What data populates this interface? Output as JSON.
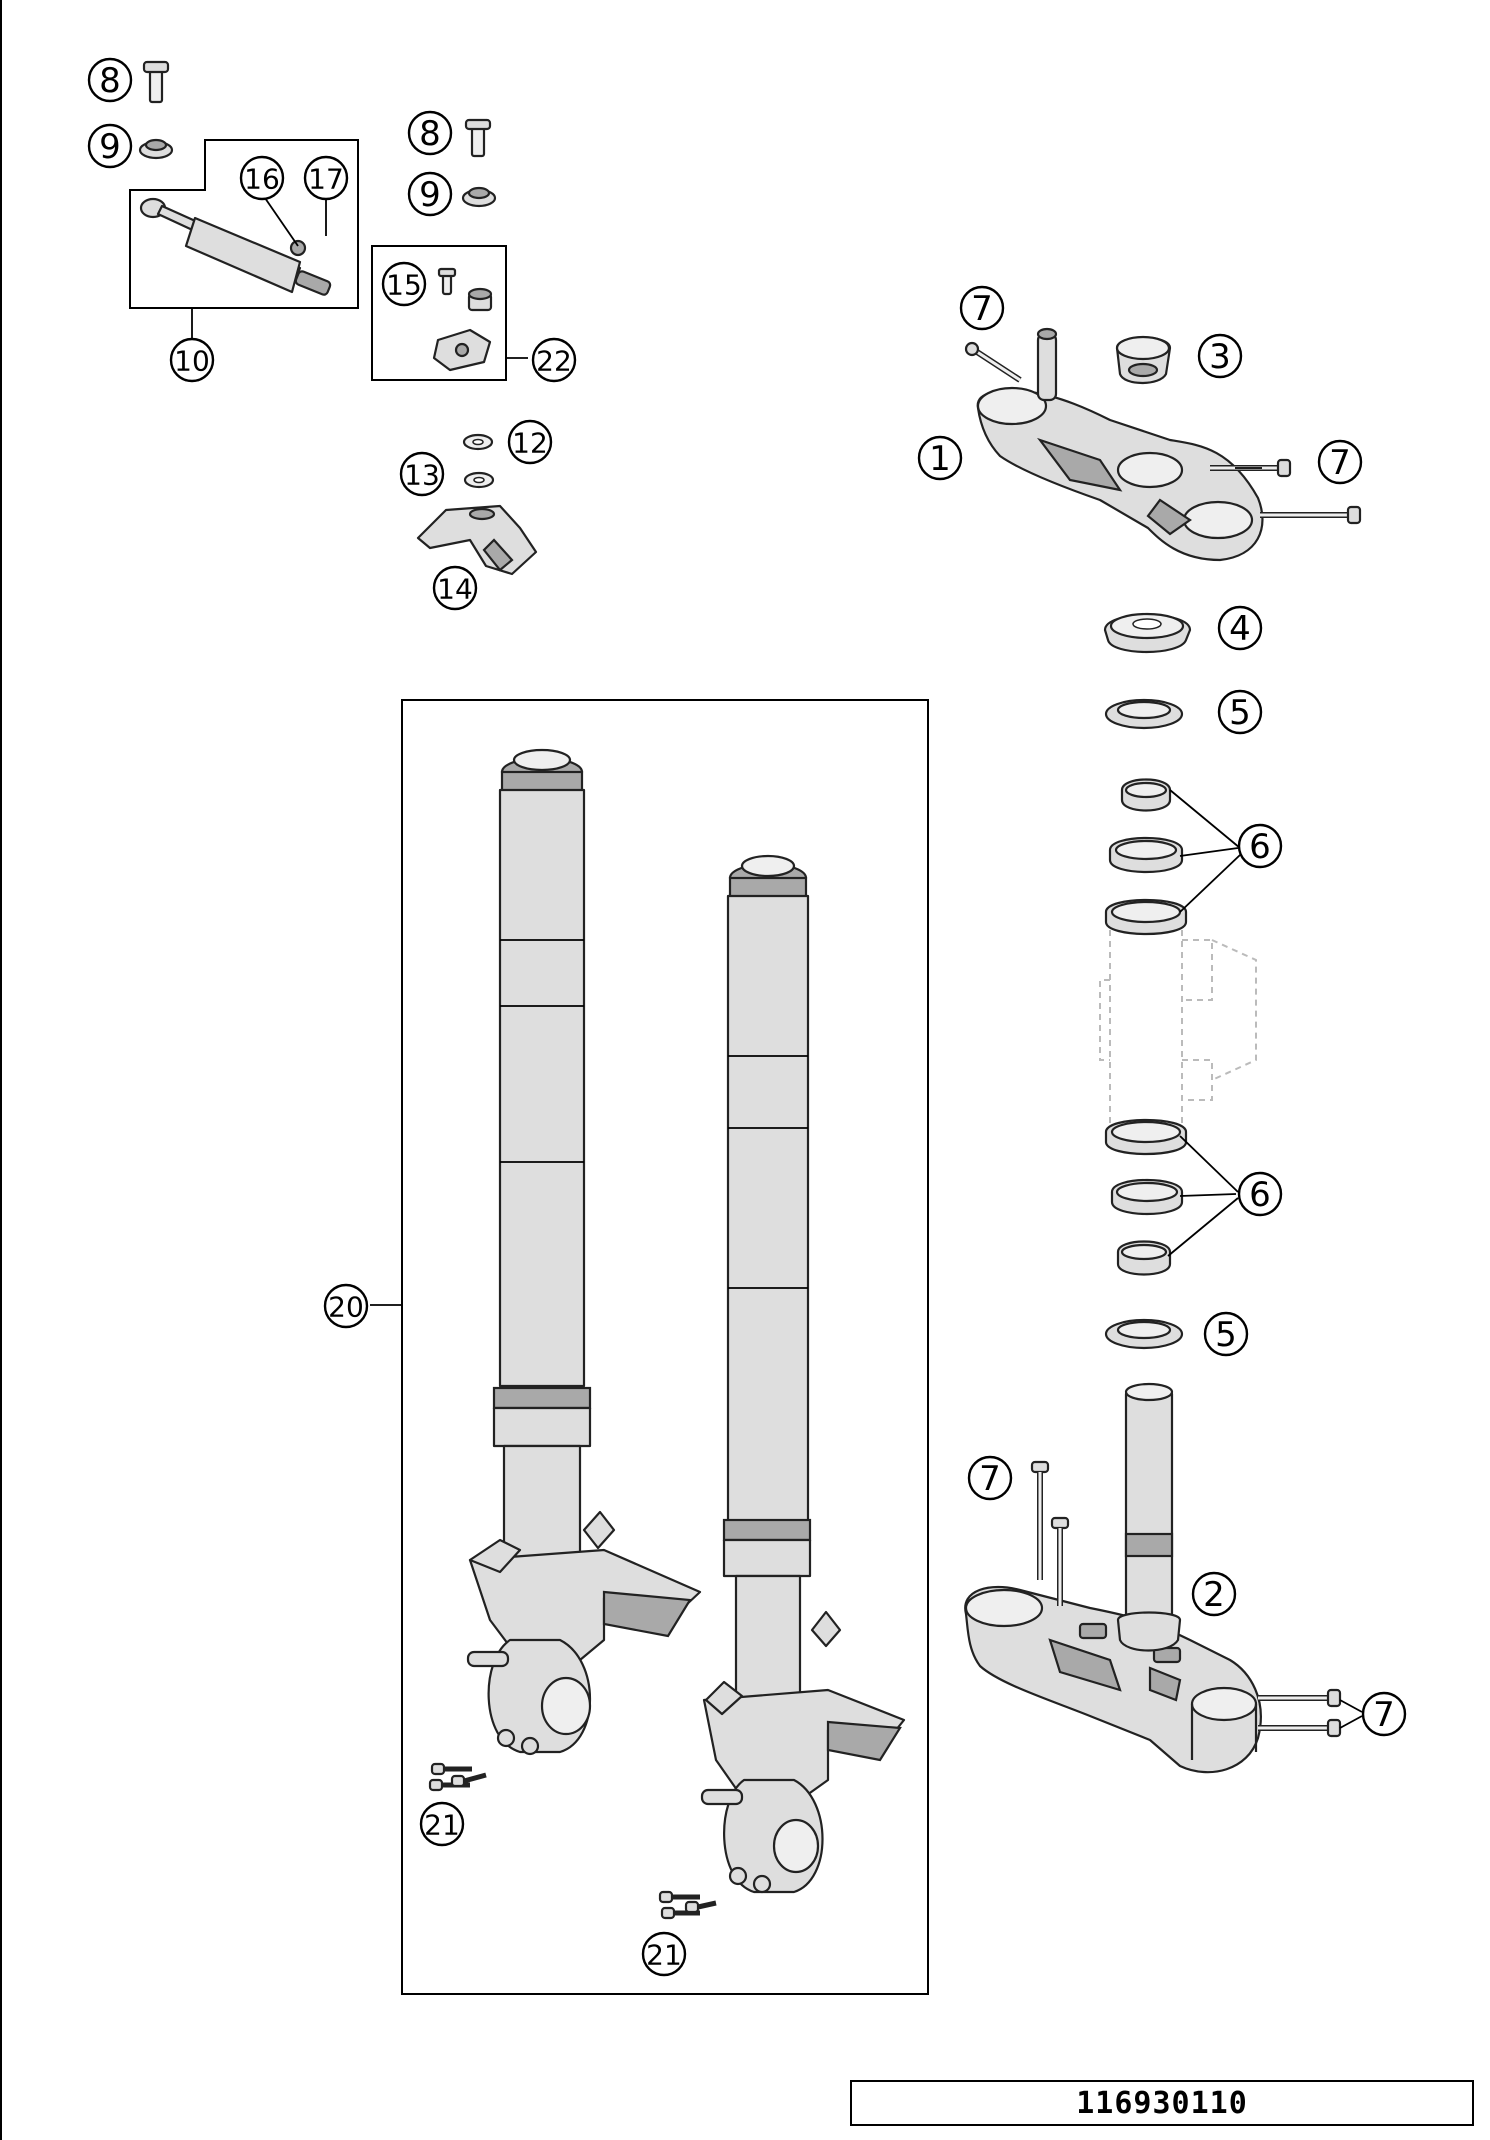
{
  "drawing_number": "116930110",
  "callouts": [
    {
      "id": "c8a",
      "label": "8"
    },
    {
      "id": "c9a",
      "label": "9"
    },
    {
      "id": "c16",
      "label": "16"
    },
    {
      "id": "c17",
      "label": "17"
    },
    {
      "id": "c10",
      "label": "10"
    },
    {
      "id": "c8b",
      "label": "8"
    },
    {
      "id": "c9b",
      "label": "9"
    },
    {
      "id": "c15",
      "label": "15"
    },
    {
      "id": "c22",
      "label": "22"
    },
    {
      "id": "c12",
      "label": "12"
    },
    {
      "id": "c13",
      "label": "13"
    },
    {
      "id": "c14",
      "label": "14"
    },
    {
      "id": "c7a",
      "label": "7"
    },
    {
      "id": "c3",
      "label": "3"
    },
    {
      "id": "c1",
      "label": "1"
    },
    {
      "id": "c7b",
      "label": "7"
    },
    {
      "id": "c4",
      "label": "4"
    },
    {
      "id": "c5a",
      "label": "5"
    },
    {
      "id": "c6a",
      "label": "6"
    },
    {
      "id": "c6b",
      "label": "6"
    },
    {
      "id": "c5b",
      "label": "5"
    },
    {
      "id": "c7c",
      "label": "7"
    },
    {
      "id": "c2",
      "label": "2"
    },
    {
      "id": "c7d",
      "label": "7"
    },
    {
      "id": "c20",
      "label": "20"
    },
    {
      "id": "c21a",
      "label": "21"
    },
    {
      "id": "c21b",
      "label": "21"
    }
  ]
}
